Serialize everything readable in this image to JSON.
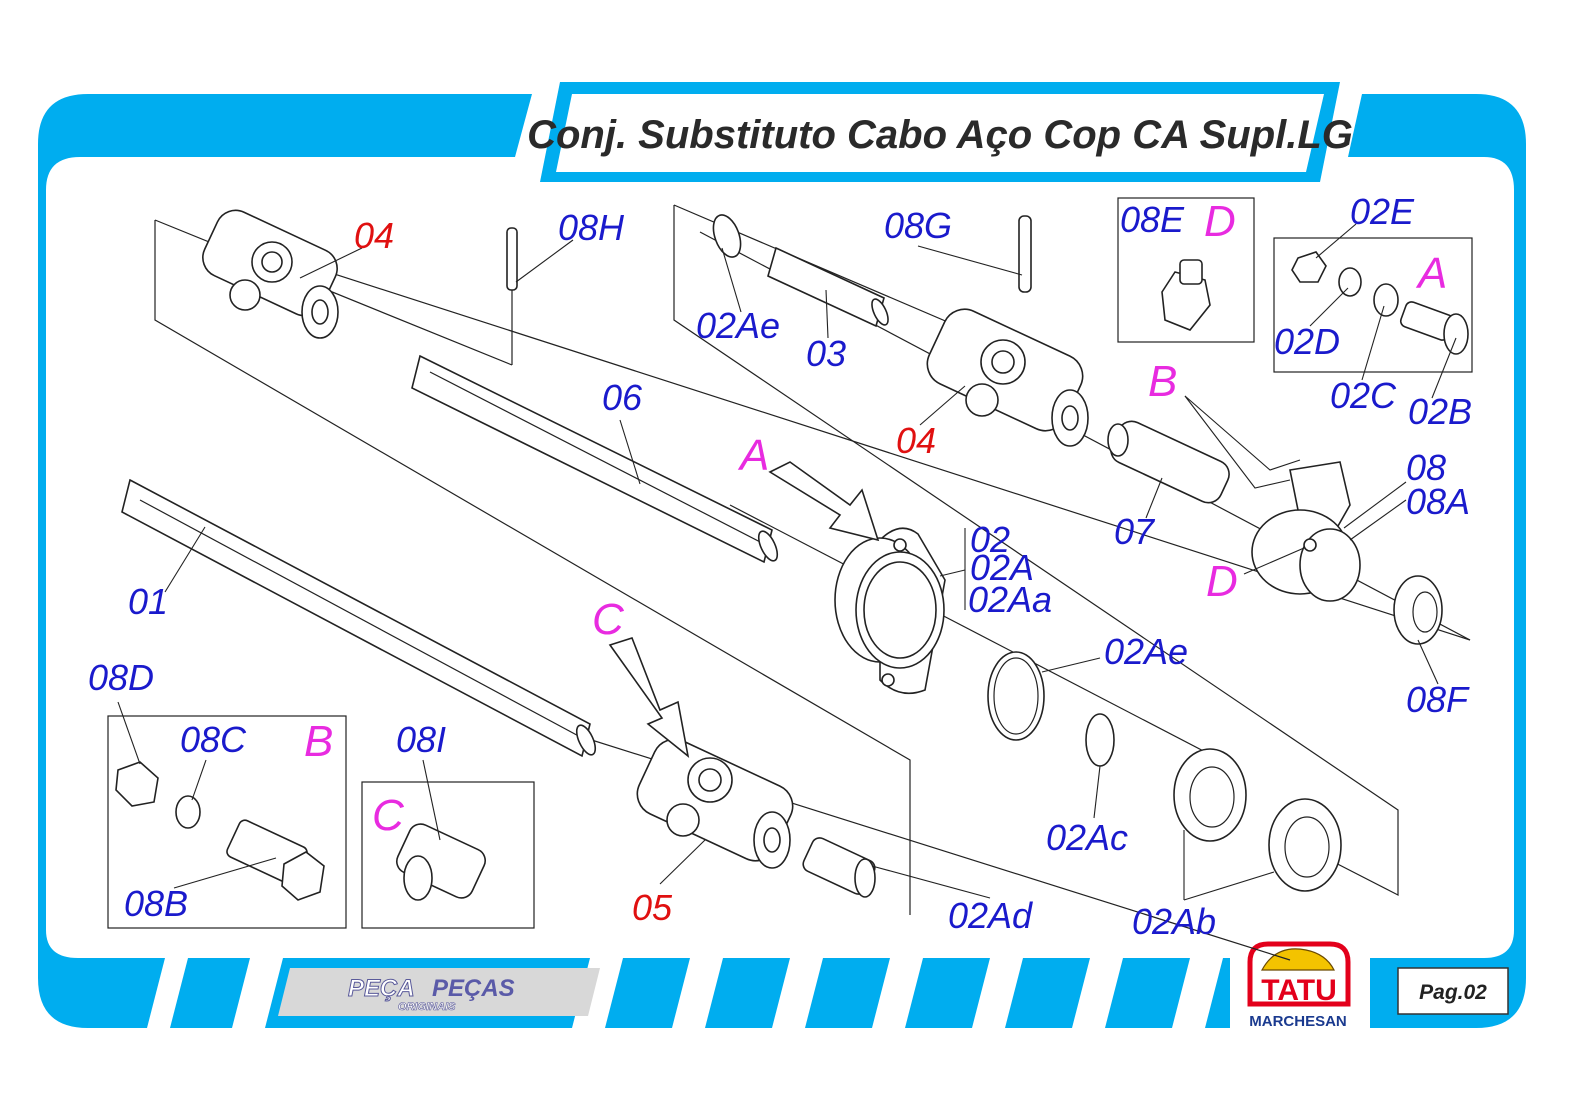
{
  "title": "Conj. Substituto Cabo Aço Cop CA Supl.LG",
  "page_label": "Pag.02",
  "brand": {
    "name": "TATU",
    "subname": "MARCHESAN",
    "colors": {
      "frame": "#00adef",
      "brand_red": "#e3001b",
      "brand_blue": "#1a3a8f"
    }
  },
  "footer_logo": {
    "line1_a": "PEÇA",
    "line1_b": "PEÇAS",
    "line2": "ORIGINAIS"
  },
  "part_labels": {
    "p04_top": "04",
    "p08H": "08H",
    "p02Ae_top": "02Ae",
    "p03": "03",
    "p08G": "08G",
    "p04_mid": "04",
    "p08E": "08E",
    "p02E": "02E",
    "p02D": "02D",
    "p02C": "02C",
    "p02B": "02B",
    "p06": "06",
    "p07": "07",
    "p08": "08",
    "p08A": "08A",
    "p02": "02",
    "p02A": "02A",
    "p02Aa": "02Aa",
    "p01": "01",
    "p02Ae_mid": "02Ae",
    "p08F": "08F",
    "p08D": "08D",
    "p08C": "08C",
    "p08I": "08I",
    "p02Ac": "02Ac",
    "p08B": "08B",
    "p05": "05",
    "p02Ad": "02Ad",
    "p02Ab": "02Ab"
  },
  "detail_labels": {
    "d_D_box": "D",
    "d_A_box": "A",
    "d_B_arrow": "B",
    "d_A_arrow": "A",
    "d_D_ref": "D",
    "d_C_arrow": "C",
    "d_B_box": "B",
    "d_C_box": "C"
  }
}
